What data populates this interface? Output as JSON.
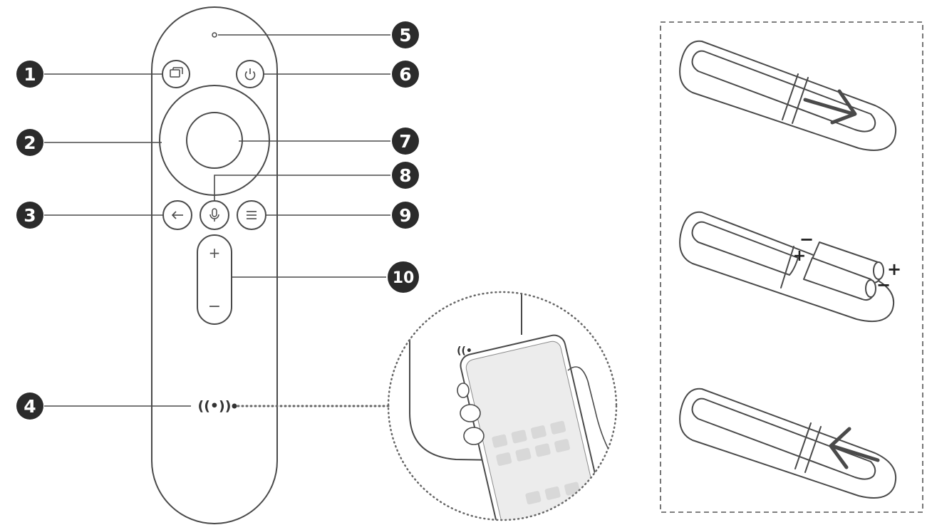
{
  "callouts": [
    {
      "id": "c1",
      "number": "1"
    },
    {
      "id": "c2",
      "number": "2"
    },
    {
      "id": "c3",
      "number": "3"
    },
    {
      "id": "c4",
      "number": "4"
    },
    {
      "id": "c5",
      "number": "5"
    },
    {
      "id": "c6",
      "number": "6"
    },
    {
      "id": "c7",
      "number": "7"
    },
    {
      "id": "c8",
      "number": "8"
    },
    {
      "id": "c9",
      "number": "9"
    },
    {
      "id": "c10",
      "number": "10"
    }
  ],
  "remote": {
    "volume_plus": "+",
    "volume_minus": "−",
    "nfc_symbol": "((•))"
  },
  "battery_panel": {
    "step2_minus_top": "−",
    "step2_plus_left": "+",
    "step2_plus_right": "+",
    "step2_minus_right": "−"
  },
  "colors": {
    "outline": "#4a4a4a",
    "callout_fill": "#2b2b2b",
    "light_fill": "#f4f4f4",
    "phone_fill": "#ececec",
    "dots": "#666666"
  },
  "icons": [
    "tv-input-icon",
    "power-icon",
    "back-arrow-icon",
    "microphone-icon",
    "menu-icon",
    "nfc-icon",
    "slide-right-arrow-icon",
    "slide-left-arrow-icon"
  ]
}
